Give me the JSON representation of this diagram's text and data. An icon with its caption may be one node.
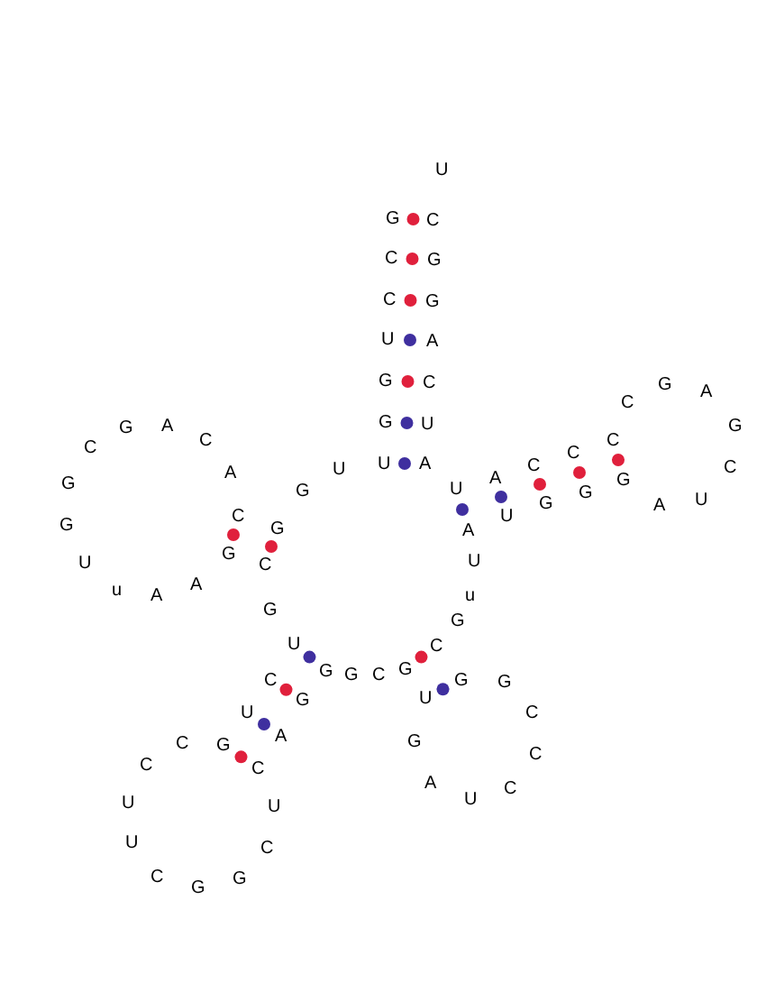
{
  "diagram": {
    "nodes": [
      {
        "text": [
          "G"
        ]
      },
      {
        "text": [
          "U"
        ]
      },
      {
        "text": [
          "U"
        ]
      },
      {
        "text": [
          "G"
        ]
      },
      {
        "text": [
          "G"
        ]
      },
      {
        "text": [
          "U"
        ]
      },
      {
        "text": [
          "C"
        ]
      },
      {
        "text": [
          "C"
        ]
      },
      {
        "text": [
          "G"
        ]
      },
      {
        "text": [
          "U"
        ]
      },
      {
        "text": [
          "C"
        ]
      },
      {
        "text": [
          "G"
        ]
      },
      {
        "text": [
          "G"
        ]
      },
      {
        "text": [
          "A"
        ]
      },
      {
        "text": [
          "C"
        ]
      },
      {
        "text": [
          "U"
        ]
      },
      {
        "text": [
          "A"
        ]
      },
      {
        "text": [
          "U"
        ]
      },
      {
        "text": [
          "A"
        ]
      },
      {
        "text": [
          "C"
        ]
      },
      {
        "text": [
          "C"
        ]
      },
      {
        "text": [
          "C"
        ]
      },
      {
        "text": [
          "C"
        ]
      },
      {
        "text": [
          "G"
        ]
      },
      {
        "text": [
          "A"
        ]
      },
      {
        "text": [
          "G"
        ]
      },
      {
        "text": [
          "C"
        ]
      },
      {
        "text": [
          "U"
        ]
      },
      {
        "text": [
          "A"
        ]
      },
      {
        "text": [
          "G"
        ]
      },
      {
        "text": [
          "G"
        ]
      },
      {
        "text": [
          "G"
        ]
      },
      {
        "text": [
          "U"
        ]
      },
      {
        "text": [
          "A"
        ]
      },
      {
        "text": [
          "U"
        ]
      },
      {
        "text": [
          "u"
        ]
      },
      {
        "text": [
          "G"
        ]
      },
      {
        "text": [
          "C"
        ]
      },
      {
        "text": [
          "G"
        ]
      },
      {
        "text": [
          "G"
        ]
      },
      {
        "text": [
          "C"
        ]
      },
      {
        "text": [
          "C"
        ]
      },
      {
        "text": [
          "C"
        ]
      },
      {
        "text": [
          "U"
        ]
      },
      {
        "text": [
          "A"
        ]
      },
      {
        "text": [
          "G"
        ]
      },
      {
        "text": [
          "U"
        ]
      },
      {
        "text": [
          "G"
        ]
      },
      {
        "text": [
          "C"
        ]
      },
      {
        "text": [
          "G"
        ]
      },
      {
        "text": [
          "G"
        ]
      },
      {
        "text": [
          "G"
        ]
      },
      {
        "text": [
          "A"
        ]
      },
      {
        "text": [
          "C"
        ]
      },
      {
        "text": [
          "U"
        ]
      },
      {
        "text": [
          "C"
        ]
      },
      {
        "text": [
          "G"
        ]
      },
      {
        "text": [
          "G"
        ]
      },
      {
        "text": [
          "C"
        ]
      },
      {
        "text": [
          "U"
        ]
      },
      {
        "text": [
          "U"
        ]
      },
      {
        "text": [
          "C"
        ]
      },
      {
        "text": [
          "C"
        ]
      },
      {
        "text": [
          "G"
        ]
      },
      {
        "text": [
          "U"
        ]
      },
      {
        "text": [
          "C"
        ]
      },
      {
        "text": [
          "U"
        ]
      },
      {
        "text": [
          "G"
        ]
      },
      {
        "text": [
          "C"
        ]
      },
      {
        "text": [
          "G"
        ]
      },
      {
        "text": [
          "A"
        ]
      },
      {
        "text": [
          "A"
        ]
      },
      {
        "text": [
          "u"
        ]
      },
      {
        "text": [
          "U"
        ]
      },
      {
        "text": [
          "G"
        ]
      },
      {
        "text": [
          "G"
        ]
      },
      {
        "text": [
          "C"
        ]
      },
      {
        "text": [
          "G"
        ]
      },
      {
        "text": [
          "A"
        ]
      },
      {
        "text": [
          "C"
        ]
      },
      {
        "text": [
          "A"
        ]
      },
      {
        "text": [
          "C"
        ]
      },
      {
        "text": [
          "G"
        ]
      }
    ],
    "edges": [
      {
        "from": 8,
        "to": 10,
        "arrow": "none"
      },
      {
        "from": 7,
        "to": 11,
        "arrow": "none"
      },
      {
        "from": 6,
        "to": 12,
        "arrow": "none"
      },
      {
        "from": 5,
        "to": 13,
        "arrow": "none",
        "color": "#3f2f9f"
      },
      {
        "from": 4,
        "to": 14,
        "arrow": "none"
      },
      {
        "from": 3,
        "to": 15,
        "arrow": "none",
        "color": "#3f2f9f"
      },
      {
        "from": 2,
        "to": 16,
        "arrow": "none",
        "color": "#3f2f9f"
      },
      {
        "from": 17,
        "to": 33,
        "arrow": "none",
        "color": "#3f2f9f"
      },
      {
        "from": 18,
        "to": 32,
        "arrow": "none",
        "color": "#3f2f9f"
      },
      {
        "from": 19,
        "to": 31,
        "arrow": "none"
      },
      {
        "from": 20,
        "to": 30,
        "arrow": "none"
      },
      {
        "from": 21,
        "to": 29,
        "arrow": "none"
      },
      {
        "from": 37,
        "to": 47,
        "arrow": "none"
      },
      {
        "from": 38,
        "to": 46,
        "arrow": "none",
        "color": "#3f2f9f"
      },
      {
        "from": 50,
        "to": 66,
        "arrow": "none",
        "color": "#3f2f9f"
      },
      {
        "from": 51,
        "to": 65,
        "arrow": "none"
      },
      {
        "from": 52,
        "to": 64,
        "arrow": "none",
        "color": "#3f2f9f"
      },
      {
        "from": 53,
        "to": 63,
        "arrow": "none"
      },
      {
        "from": 82,
        "to": 68,
        "arrow": "none"
      },
      {
        "from": 81,
        "to": 69,
        "arrow": "none"
      }
    ]
  }
}
